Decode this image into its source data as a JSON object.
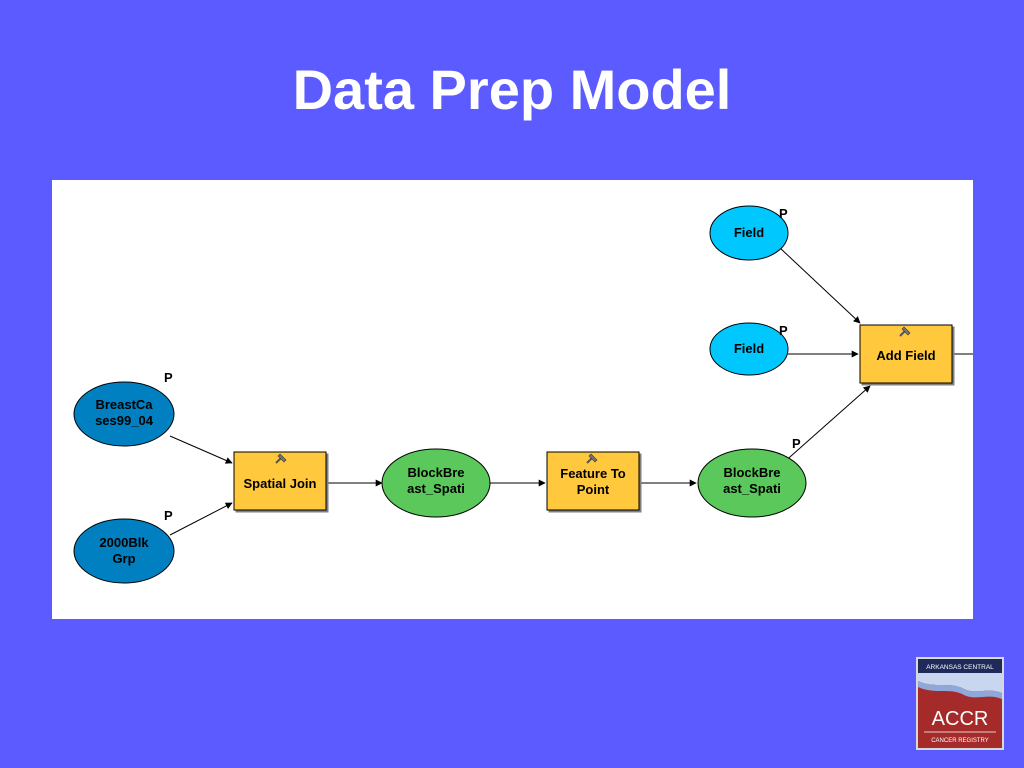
{
  "slide": {
    "title": "Data Prep Model"
  },
  "diagram": {
    "parameter_marker": "P",
    "nodes": {
      "breast_cases": {
        "line1": "BreastCa",
        "line2": "ses99_04",
        "kind": "input-data",
        "color": "#0080c0"
      },
      "blk_grp": {
        "line1": "2000Blk",
        "line2": "Grp",
        "kind": "input-data",
        "color": "#0080c0"
      },
      "spatial_join": {
        "label": "Spatial Join",
        "kind": "tool",
        "color": "#ffc83d"
      },
      "block_breast_1": {
        "line1": "BlockBre",
        "line2": "ast_Spati",
        "kind": "derived-data",
        "color": "#5ac85a"
      },
      "feature_to_point": {
        "line1": "Feature To",
        "line2": "Point",
        "kind": "tool",
        "color": "#ffc83d"
      },
      "block_breast_2": {
        "line1": "BlockBre",
        "line2": "ast_Spati",
        "kind": "derived-data",
        "color": "#5ac85a"
      },
      "field_1": {
        "label": "Field",
        "kind": "variable",
        "color": "#00c8ff"
      },
      "field_2": {
        "label": "Field",
        "kind": "variable",
        "color": "#00c8ff"
      },
      "add_field": {
        "label": "Add Field",
        "kind": "tool",
        "color": "#ffc83d"
      }
    }
  },
  "logo": {
    "top_text": "ARKANSAS CENTRAL",
    "main_text": "ACCR",
    "bottom_text": "CANCER REGISTRY",
    "colors": {
      "red": "#a52a2a",
      "navy": "#1e2a5a",
      "light": "#c8d6f0"
    }
  }
}
